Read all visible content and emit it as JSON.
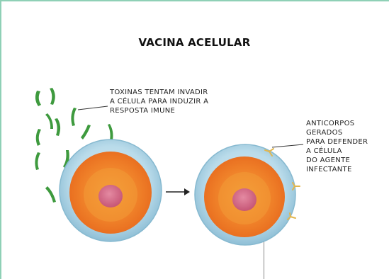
{
  "title": "VACINA ACELULAR",
  "labels": {
    "toxins": "TOXINAS TENTAM INVADIR\nA CÉLULA PARA INDUZIR A\nRESPOSTA IMUNE",
    "antibodies": "ANTICORPOS\nGERADOS\nPARA DEFENDER\nA CÉLULA\nDO AGENTE\nINFECTANTE"
  },
  "colors": {
    "border": "#8fd0b6",
    "toxin": "#3e9a3e",
    "membrane": "#a7cfe3",
    "cytoplasm": "#f08a2a",
    "nucleus": "#d46b86",
    "antibody": "#e8c060"
  }
}
